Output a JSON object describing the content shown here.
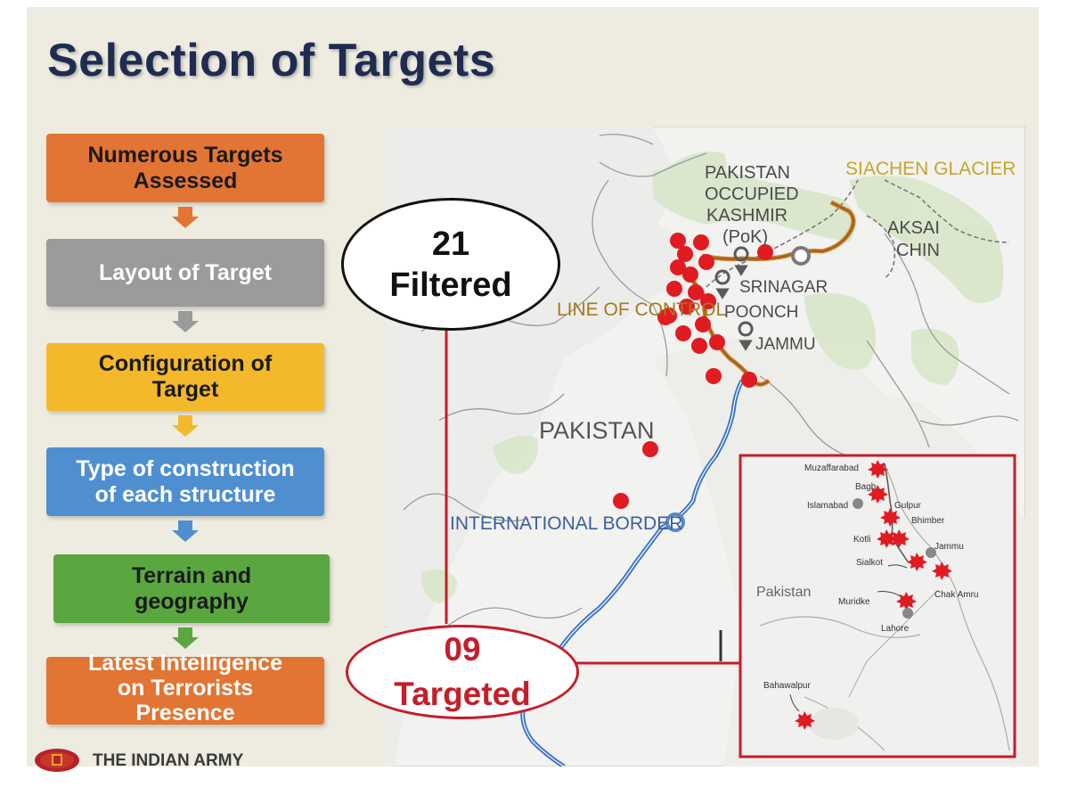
{
  "title": "Selection of Targets",
  "steps": [
    {
      "line1": "Numerous Targets",
      "line2": "Assessed",
      "color": "#e27533"
    },
    {
      "line1": "Layout of Target",
      "color": "#9b9b9b"
    },
    {
      "line1": "Configuration of",
      "line2": "Target",
      "color": "#f4b82b"
    },
    {
      "line1": "Type of construction",
      "line2": "of each structure",
      "color": "#4f8fd0"
    },
    {
      "line1": "Terrain and",
      "line2": "geography",
      "color": "#5aa73f"
    },
    {
      "line1": "Latest Intelligence",
      "line2": "on Terrorists",
      "line3": "Presence",
      "color": "#e27533"
    }
  ],
  "filtered": {
    "count": "21",
    "label": "Filtered"
  },
  "targeted": {
    "count": "09",
    "label": "Targeted"
  },
  "map": {
    "poK_lines": [
      "PAKISTAN",
      "OCCUPIED",
      "KASHMIR",
      "(PoK)"
    ],
    "siachen": "SIACHEN GLACIER",
    "aksai_lines": [
      "AKSAI",
      "CHIN"
    ],
    "srinagar": "SRINAGAR",
    "poonch": "POONCH",
    "jammu": "JAMMU",
    "loc": "LINE OF CONTROL",
    "pakistan": "PAKISTAN",
    "ib": "INTERNATIONAL BORDER"
  },
  "inset": {
    "muzaffarabad": "Muzaffarabad",
    "bagh": "Bagh",
    "islamabad": "Islamabad",
    "gulpur": "Gulpur",
    "bhimber": "Bhimber",
    "kotli": "Kotli",
    "jammu": "Jammu",
    "sialkot": "Sialkot",
    "pakistan": "Pakistan",
    "chak_amru": "Chak Amru",
    "muridke": "Muridke",
    "lahore": "Lahore",
    "bahawalpur": "Bahawalpur"
  },
  "footer": "THE INDIAN ARMY",
  "colors": {
    "title": "#1f2c52",
    "strike": "#e01b22",
    "loc": "#c98a2c",
    "border": "#3b74c5",
    "targeted": "#c41e2a"
  }
}
